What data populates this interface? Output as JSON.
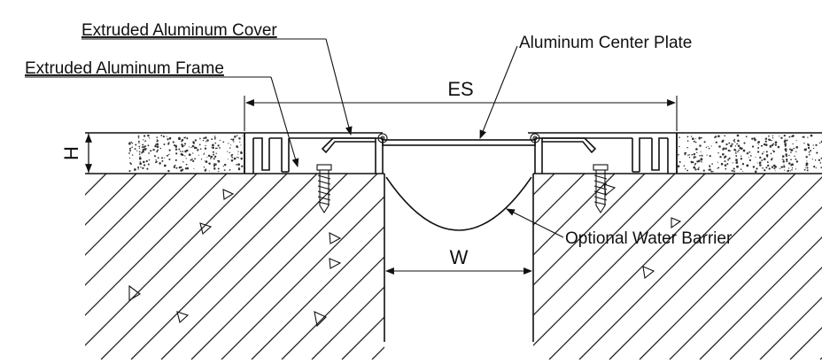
{
  "labels": {
    "cover": "Extruded Aluminum Cover",
    "frame": "Extruded Aluminum Frame",
    "center_plate": "Aluminum Center Plate",
    "water_barrier": "Optional Water Barrier"
  },
  "dimensions": {
    "es": "ES",
    "h": "H",
    "w": "W"
  },
  "colors": {
    "line": "#111111",
    "background": "#ffffff"
  }
}
